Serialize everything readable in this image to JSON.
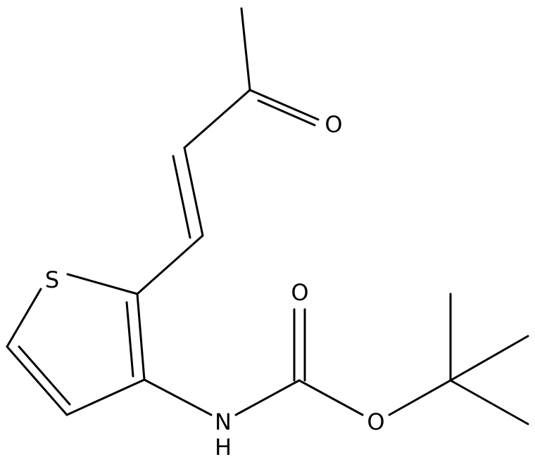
{
  "molecule": {
    "atom_labels": {
      "sulfur": "S",
      "ketone_oxygen": "O",
      "carbonyl_oxygen": "O",
      "ester_oxygen": "O",
      "amide_nitrogen": "N",
      "amide_hydrogen": "H"
    },
    "colors": {
      "bond": "#000000",
      "label": "#000000",
      "background": "#ffffff"
    }
  }
}
